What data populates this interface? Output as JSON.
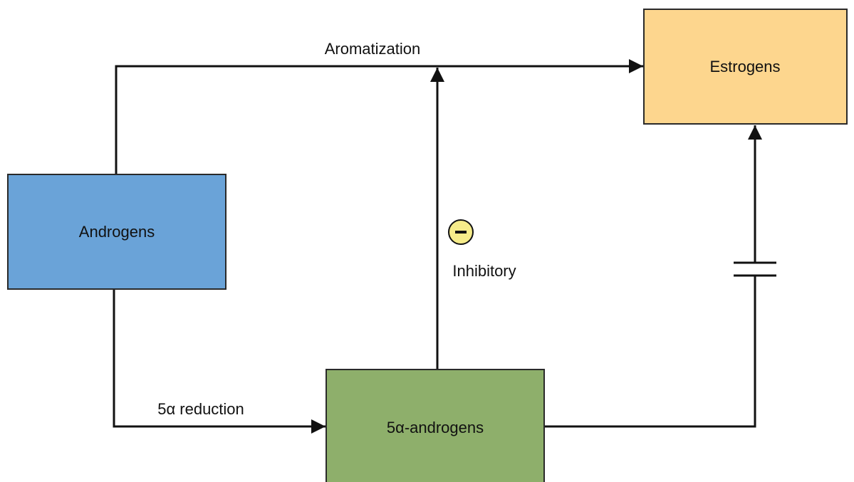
{
  "nodes": {
    "androgens": {
      "label": "Androgens",
      "color": "#6AA3D8"
    },
    "estrogens": {
      "label": "Estrogens",
      "color": "#FDD68E"
    },
    "five_alpha_androgens": {
      "label": "5α-androgens",
      "color": "#8EAF6B"
    }
  },
  "edges": {
    "aromatization": {
      "label": "Aromatization"
    },
    "five_alpha_reduction": {
      "label": "5α reduction"
    },
    "inhibitory": {
      "label": "Inhibitory",
      "symbol": "−",
      "symbol_color": "#F6EC8A",
      "icon": "minus-circle-icon"
    },
    "blocked": {
      "icon": "blocked-path-icon"
    }
  },
  "colors": {
    "line": "#111111",
    "box_border": "#2a2a2a"
  }
}
